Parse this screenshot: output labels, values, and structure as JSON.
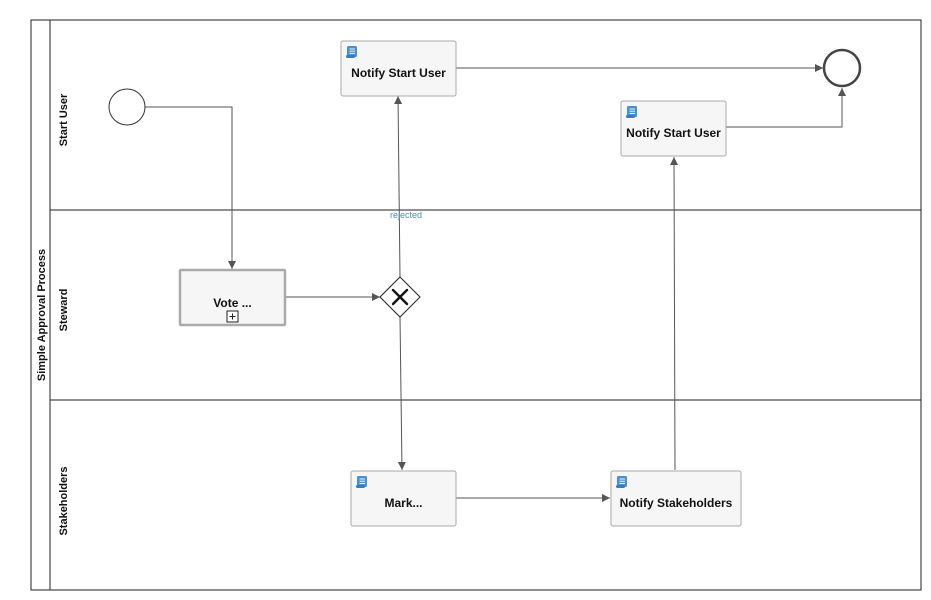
{
  "pool": {
    "label": "Simple Approval Process"
  },
  "lanes": [
    {
      "label": "Start User"
    },
    {
      "label": "Steward"
    },
    {
      "label": "Stakeholders"
    }
  ],
  "tasks": {
    "notify_start_user_top": {
      "label": "Notify Start User",
      "type": "script-task"
    },
    "notify_start_user_mid": {
      "label": "Notify Start User",
      "type": "script-task"
    },
    "vote": {
      "label": "Vote ...",
      "type": "collapsed-subprocess"
    },
    "mark": {
      "label": "Mark...",
      "type": "script-task"
    },
    "notify_stakeholders": {
      "label": "Notify Stakeholders",
      "type": "script-task"
    }
  },
  "flows": {
    "rejected": {
      "label": "rejected"
    }
  },
  "colors": {
    "line": "#555555",
    "border": "#222222",
    "task_fill": "#f6f6f6",
    "task_border": "#aaaaaa",
    "script_icon": "#4a8fcf",
    "flow_label": "#4a8fcf"
  }
}
